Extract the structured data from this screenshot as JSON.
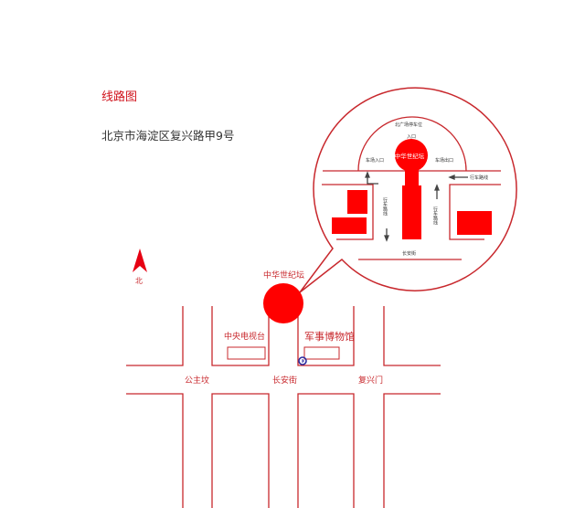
{
  "header": {
    "title": "线路图",
    "address": "北京市海淀区复兴路甲9号"
  },
  "colors": {
    "accent": "#e60012",
    "line": "#c8282d",
    "metro": "#2a2aa0"
  },
  "inset": {
    "parking": "北广场停车位",
    "entrance": "入口",
    "venue": "中华世纪坛",
    "parking_in": "车场入口",
    "parking_out": "车场出口",
    "route_right": "行车路线",
    "route_left": "行车路线",
    "route_mid": "行车路线",
    "street": "长安街"
  },
  "map": {
    "north": "北",
    "venue": "中华世纪坛",
    "cctv": "中央电视台",
    "museum": "军事博物馆",
    "west": "公主坟",
    "street": "长安街",
    "east": "复兴门",
    "metro_icon": "metro-icon"
  }
}
